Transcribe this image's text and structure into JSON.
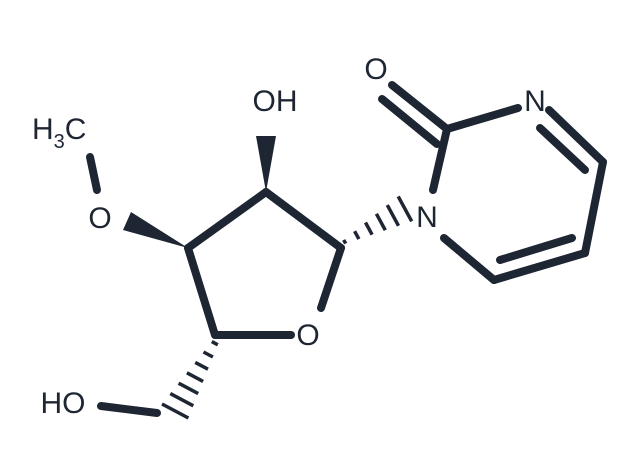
{
  "structure": {
    "colors": {
      "bond": "#1e2633",
      "background": "#ffffff"
    },
    "atoms": {
      "carbonyl_o": "O",
      "ring_n_top": "N",
      "ring_n_glyco": "N",
      "ring_o": "O",
      "hydroxyl_2": "OH",
      "methoxy_o": "O",
      "methyl_h": "H",
      "methyl_sub": "3",
      "methyl_c": "C",
      "hydroxyl_5": "HO"
    }
  }
}
